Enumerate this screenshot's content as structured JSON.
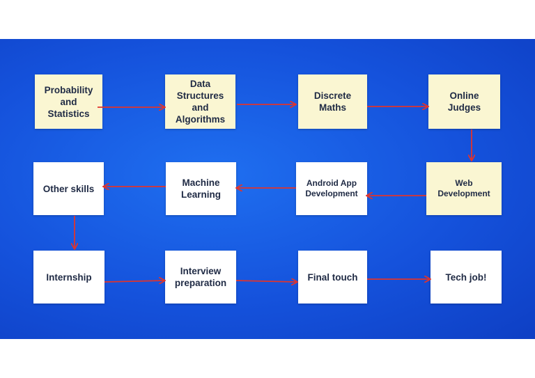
{
  "colors": {
    "background": "#1552dc",
    "yellow_box": "#faf6d2",
    "white_box": "#ffffff",
    "arrow": "#e0342c",
    "text": "#1f2a44"
  },
  "nodes": [
    {
      "id": "probability",
      "label": "Probability\nand\nStatistics"
    },
    {
      "id": "data-structures",
      "label": "Data\nStructures\nand\nAlgorithms"
    },
    {
      "id": "discrete-maths",
      "label": "Discrete\nMaths"
    },
    {
      "id": "online-judges",
      "label": "Online\nJudges"
    },
    {
      "id": "web-development",
      "label": "Web\nDevelopment"
    },
    {
      "id": "android-app",
      "label": "Android App\nDevelopment"
    },
    {
      "id": "machine-learning",
      "label": "Machine\nLearning"
    },
    {
      "id": "other-skills",
      "label": "Other skills"
    },
    {
      "id": "internship",
      "label": "Internship"
    },
    {
      "id": "interview-preparation",
      "label": "Interview\npreparation"
    },
    {
      "id": "final-touch",
      "label": "Final touch"
    },
    {
      "id": "tech-job",
      "label": "Tech job!"
    }
  ],
  "edges": [
    {
      "from": "probability",
      "to": "data-structures"
    },
    {
      "from": "data-structures",
      "to": "discrete-maths"
    },
    {
      "from": "discrete-maths",
      "to": "online-judges"
    },
    {
      "from": "online-judges",
      "to": "web-development"
    },
    {
      "from": "web-development",
      "to": "android-app"
    },
    {
      "from": "android-app",
      "to": "machine-learning"
    },
    {
      "from": "machine-learning",
      "to": "other-skills"
    },
    {
      "from": "other-skills",
      "to": "internship"
    },
    {
      "from": "internship",
      "to": "interview-preparation"
    },
    {
      "from": "interview-preparation",
      "to": "final-touch"
    },
    {
      "from": "final-touch",
      "to": "tech-job"
    }
  ]
}
